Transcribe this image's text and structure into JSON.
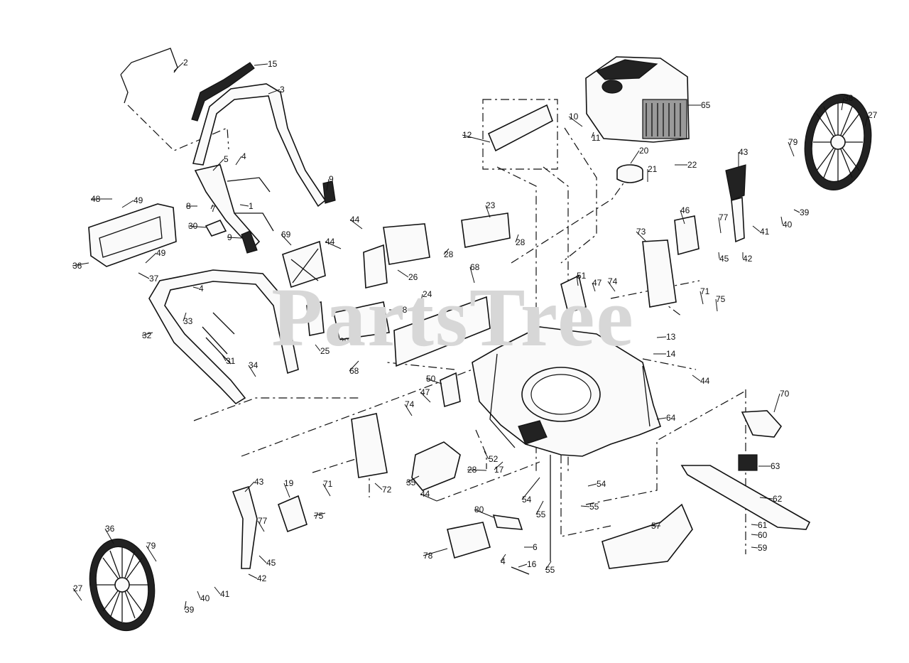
{
  "watermark": "PartsTree",
  "callouts": [
    {
      "n": "2"
    },
    {
      "n": "15"
    },
    {
      "n": "3"
    },
    {
      "n": "5"
    },
    {
      "n": "4"
    },
    {
      "n": "9"
    },
    {
      "n": "48"
    },
    {
      "n": "49"
    },
    {
      "n": "8"
    },
    {
      "n": "7"
    },
    {
      "n": "1"
    },
    {
      "n": "30"
    },
    {
      "n": "9"
    },
    {
      "n": "36"
    },
    {
      "n": "49"
    },
    {
      "n": "37"
    },
    {
      "n": "4"
    },
    {
      "n": "33"
    },
    {
      "n": "32"
    },
    {
      "n": "31"
    },
    {
      "n": "34"
    },
    {
      "n": "69"
    },
    {
      "n": "44"
    },
    {
      "n": "44"
    },
    {
      "n": "26"
    },
    {
      "n": "25"
    },
    {
      "n": "29"
    },
    {
      "n": "18"
    },
    {
      "n": "24"
    },
    {
      "n": "68"
    },
    {
      "n": "68"
    },
    {
      "n": "23"
    },
    {
      "n": "28"
    },
    {
      "n": "28"
    },
    {
      "n": "12"
    },
    {
      "n": "10"
    },
    {
      "n": "11"
    },
    {
      "n": "65"
    },
    {
      "n": "20"
    },
    {
      "n": "21"
    },
    {
      "n": "22"
    },
    {
      "n": "38"
    },
    {
      "n": "27"
    },
    {
      "n": "79"
    },
    {
      "n": "43"
    },
    {
      "n": "39"
    },
    {
      "n": "40"
    },
    {
      "n": "41"
    },
    {
      "n": "42"
    },
    {
      "n": "77"
    },
    {
      "n": "45"
    },
    {
      "n": "46"
    },
    {
      "n": "73"
    },
    {
      "n": "51"
    },
    {
      "n": "47"
    },
    {
      "n": "74"
    },
    {
      "n": "71"
    },
    {
      "n": "75"
    },
    {
      "n": "13"
    },
    {
      "n": "14"
    },
    {
      "n": "44"
    },
    {
      "n": "64"
    },
    {
      "n": "50"
    },
    {
      "n": "47"
    },
    {
      "n": "74"
    },
    {
      "n": "52"
    },
    {
      "n": "28"
    },
    {
      "n": "17"
    },
    {
      "n": "35"
    },
    {
      "n": "72"
    },
    {
      "n": "71"
    },
    {
      "n": "75"
    },
    {
      "n": "44"
    },
    {
      "n": "54"
    },
    {
      "n": "55"
    },
    {
      "n": "54"
    },
    {
      "n": "55"
    },
    {
      "n": "70"
    },
    {
      "n": "63"
    },
    {
      "n": "62"
    },
    {
      "n": "61"
    },
    {
      "n": "60"
    },
    {
      "n": "59"
    },
    {
      "n": "57"
    },
    {
      "n": "80"
    },
    {
      "n": "78"
    },
    {
      "n": "6"
    },
    {
      "n": "4"
    },
    {
      "n": "16"
    },
    {
      "n": "55"
    },
    {
      "n": "43"
    },
    {
      "n": "19"
    },
    {
      "n": "77"
    },
    {
      "n": "45"
    },
    {
      "n": "42"
    },
    {
      "n": "41"
    },
    {
      "n": "40"
    },
    {
      "n": "39"
    },
    {
      "n": "79"
    },
    {
      "n": "36"
    },
    {
      "n": "27"
    }
  ]
}
